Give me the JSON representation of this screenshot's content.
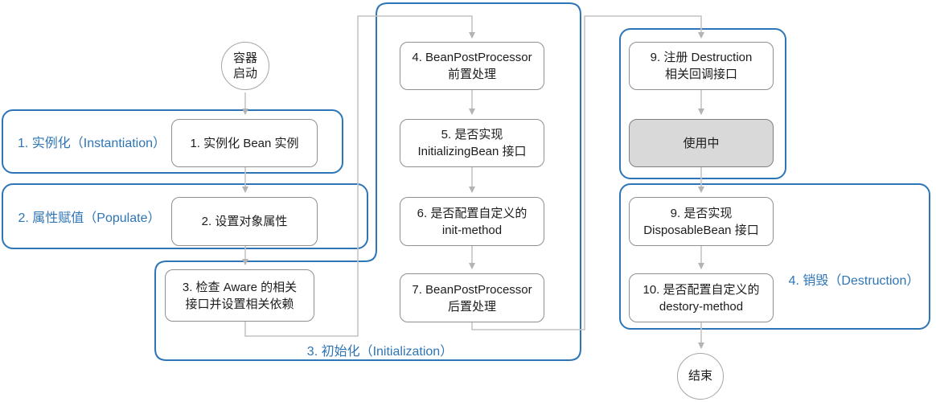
{
  "diagram": {
    "title_hint": "Spring Bean lifecycle flowchart",
    "start_circle": {
      "line1": "容器",
      "line2": "启动"
    },
    "end_circle": {
      "label": "结束"
    },
    "sections": {
      "s1": {
        "label": "1. 实例化（Instantiation）"
      },
      "s2": {
        "label": "2. 属性赋值（Populate）"
      },
      "s3": {
        "label": "3. 初始化（Initialization）"
      },
      "s4": {
        "label": "4. 销毁（Destruction）"
      }
    },
    "boxes": {
      "b1": {
        "line1": "1. 实例化 Bean 实例"
      },
      "b2": {
        "line1": "2. 设置对象属性"
      },
      "b3": {
        "line1": "3. 检查 Aware 的相关",
        "line2": "接口并设置相关依赖"
      },
      "b4": {
        "line1": "4. BeanPostProcessor",
        "line2": "前置处理"
      },
      "b5": {
        "line1": "5. 是否实现",
        "line2": "InitializingBean 接口"
      },
      "b6": {
        "line1": "6. 是否配置自定义的",
        "line2": "init-method"
      },
      "b7": {
        "line1": "7. BeanPostProcessor",
        "line2": "后置处理"
      },
      "b9a": {
        "line1": "9. 注册 Destruction",
        "line2": "相关回调接口"
      },
      "binuse": {
        "line1": "使用中"
      },
      "b9b": {
        "line1": "9. 是否实现",
        "line2": "DisposableBean 接口"
      },
      "b10": {
        "line1": "10. 是否配置自定义的",
        "line2": "destory-method"
      }
    },
    "colors": {
      "accent_blue": "#2e75b6",
      "node_border_gray": "#8f8f8f",
      "in_use_fill": "#d9d9d9",
      "wire_gray": "#c4c4c4"
    }
  }
}
